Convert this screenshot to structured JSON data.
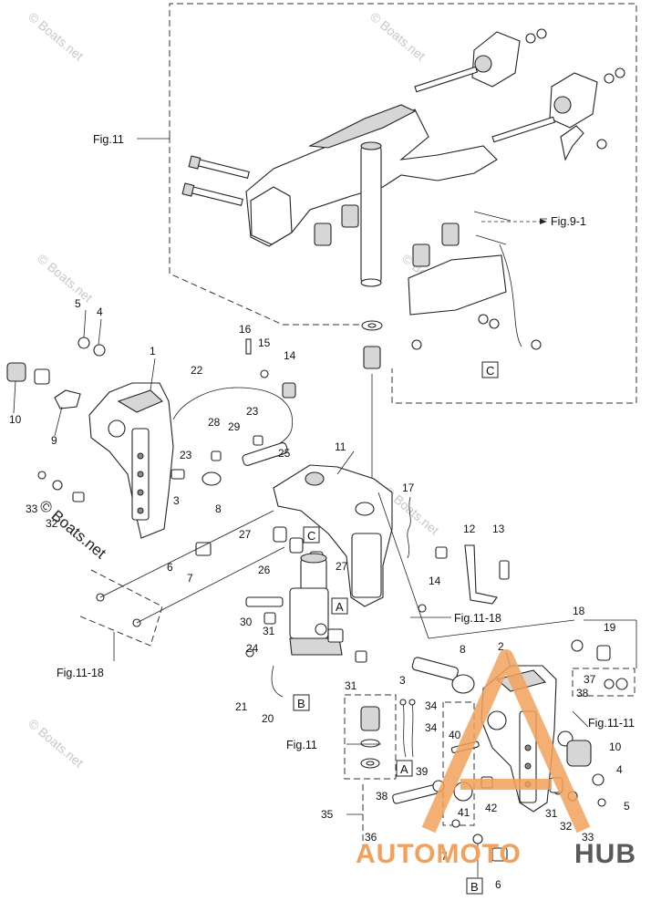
{
  "diagram": {
    "callouts": {
      "n1": "1",
      "n2": "2",
      "n3a": "3",
      "n3b": "3",
      "n4a": "4",
      "n4b": "4",
      "n5a": "5",
      "n5b": "5",
      "n6a": "6",
      "n6b": "6",
      "n7a": "7",
      "n7b": "7",
      "n8a": "8",
      "n8b": "8",
      "n9": "9",
      "n10a": "10",
      "n10b": "10",
      "n11": "11",
      "n12": "12",
      "n13": "13",
      "n14a": "14",
      "n14b": "14",
      "n15": "15",
      "n16": "16",
      "n17": "17",
      "n18": "18",
      "n19": "19",
      "n20": "20",
      "n21": "21",
      "n22": "22",
      "n23a": "23",
      "n23b": "23",
      "n24": "24",
      "n25": "25",
      "n26": "26",
      "n27a": "27",
      "n27b": "27",
      "n28": "28",
      "n29": "29",
      "n30": "30",
      "n31a": "31",
      "n31b": "31",
      "n31c": "31",
      "n32a": "32",
      "n32b": "32",
      "n33a": "33",
      "n33b": "33",
      "n34a": "34",
      "n34b": "34",
      "n35": "35",
      "n36": "36",
      "n37": "37",
      "n38a": "38",
      "n38b": "38",
      "n39": "39",
      "n40": "40",
      "n41": "41",
      "n42": "42"
    },
    "refs": {
      "fig11_top": "Fig.11",
      "fig91": "Fig.9-1",
      "fig1118_mid": "Fig.11-18",
      "fig1118_left": "Fig.11-18",
      "fig11_bottom": "Fig.11",
      "fig1111": "Fig.11-11"
    },
    "boxes": {
      "c_top": "C",
      "c_mid": "C",
      "a_mid": "A",
      "a_low": "A",
      "b_mid": "B",
      "b_low": "B"
    }
  },
  "watermarks": {
    "copyright": "© Boats.net",
    "site": "© Boats.net"
  },
  "branding": {
    "auto": "AUTOMOTO",
    "hub": "HUB"
  }
}
